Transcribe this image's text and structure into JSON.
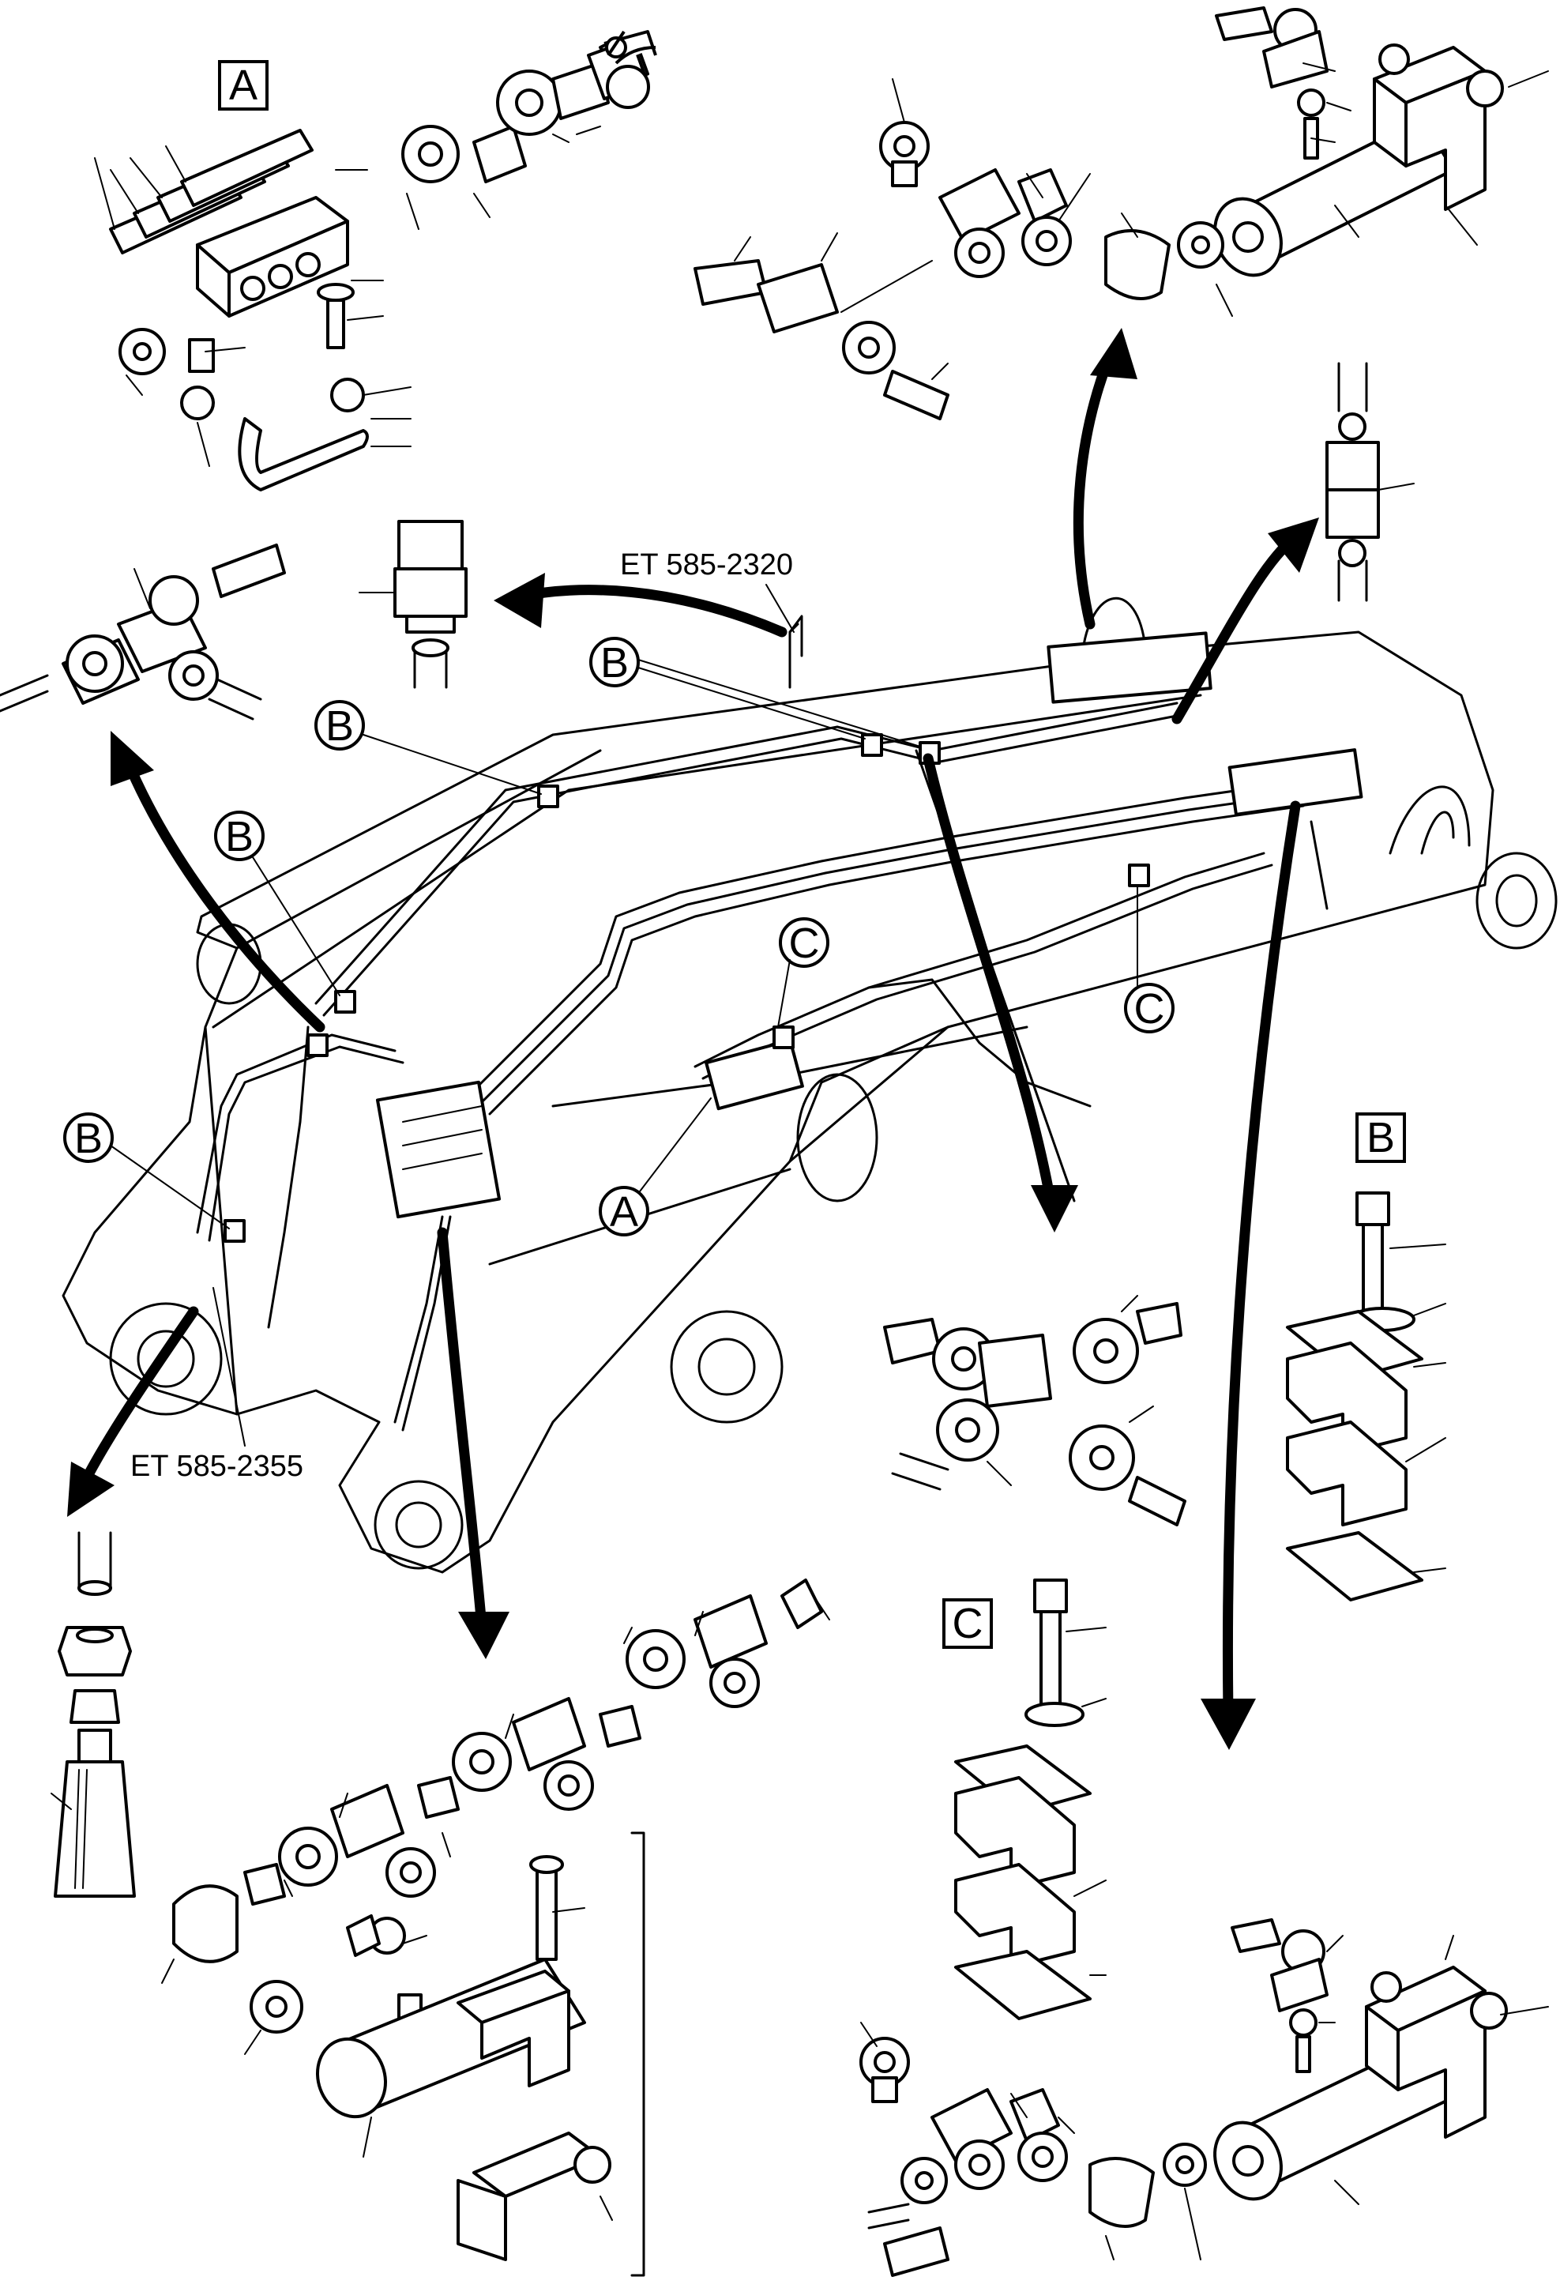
{
  "figure": {
    "detail_labels": {
      "a": "A",
      "b": "B",
      "c": "C"
    },
    "callouts": {
      "b": "B",
      "c": "C",
      "a": "A"
    },
    "part_references": {
      "top": "ET 585-2320",
      "bottom": "ET 585-2355"
    }
  }
}
